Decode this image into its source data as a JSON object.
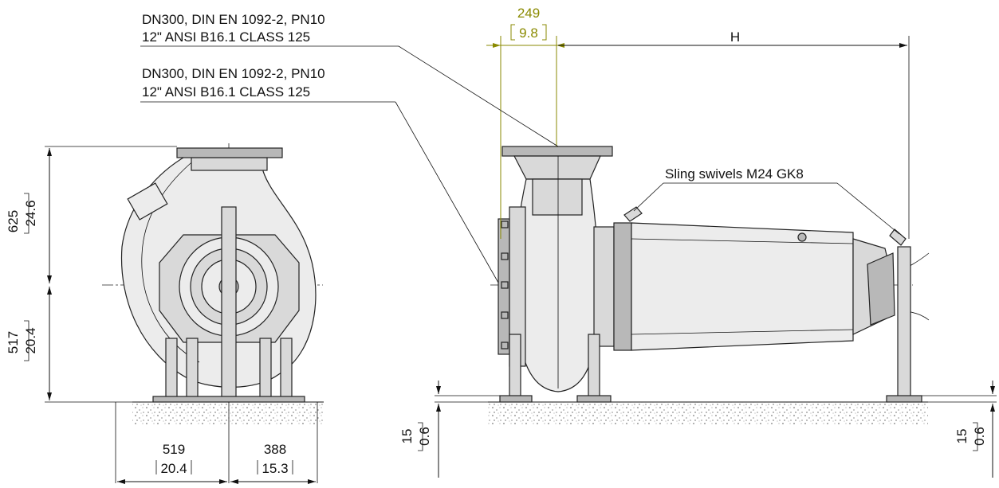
{
  "labels": {
    "flange_a_line1": "DN300, DIN EN 1092-2, PN10",
    "flange_a_line2": "12\" ANSI B16.1 CLASS 125",
    "flange_b_line1": "DN300, DIN EN 1092-2, PN10",
    "flange_b_line2": "12\" ANSI B16.1 CLASS 125",
    "sling_swivels": "Sling swivels M24 GK8",
    "dim_h": "H"
  },
  "dimensions": {
    "top_offset_mm": "249",
    "top_offset_in": "9.8",
    "upper_height_mm": "625",
    "upper_height_in": "24.6",
    "lower_height_mm": "517",
    "lower_height_in": "20.4",
    "left_width_mm": "519",
    "left_width_in": "20.4",
    "right_width_mm": "388",
    "right_width_in": "15.3",
    "base_left_mm": "15",
    "base_left_in": "0.6",
    "base_right_mm": "15",
    "base_right_in": "0.6"
  },
  "colors": {
    "dimension_accent": "#8a8a00",
    "line": "#111111",
    "part_fill": "#d9d9d9"
  },
  "icons": {
    "arrow": "dimension-arrow-icon"
  }
}
